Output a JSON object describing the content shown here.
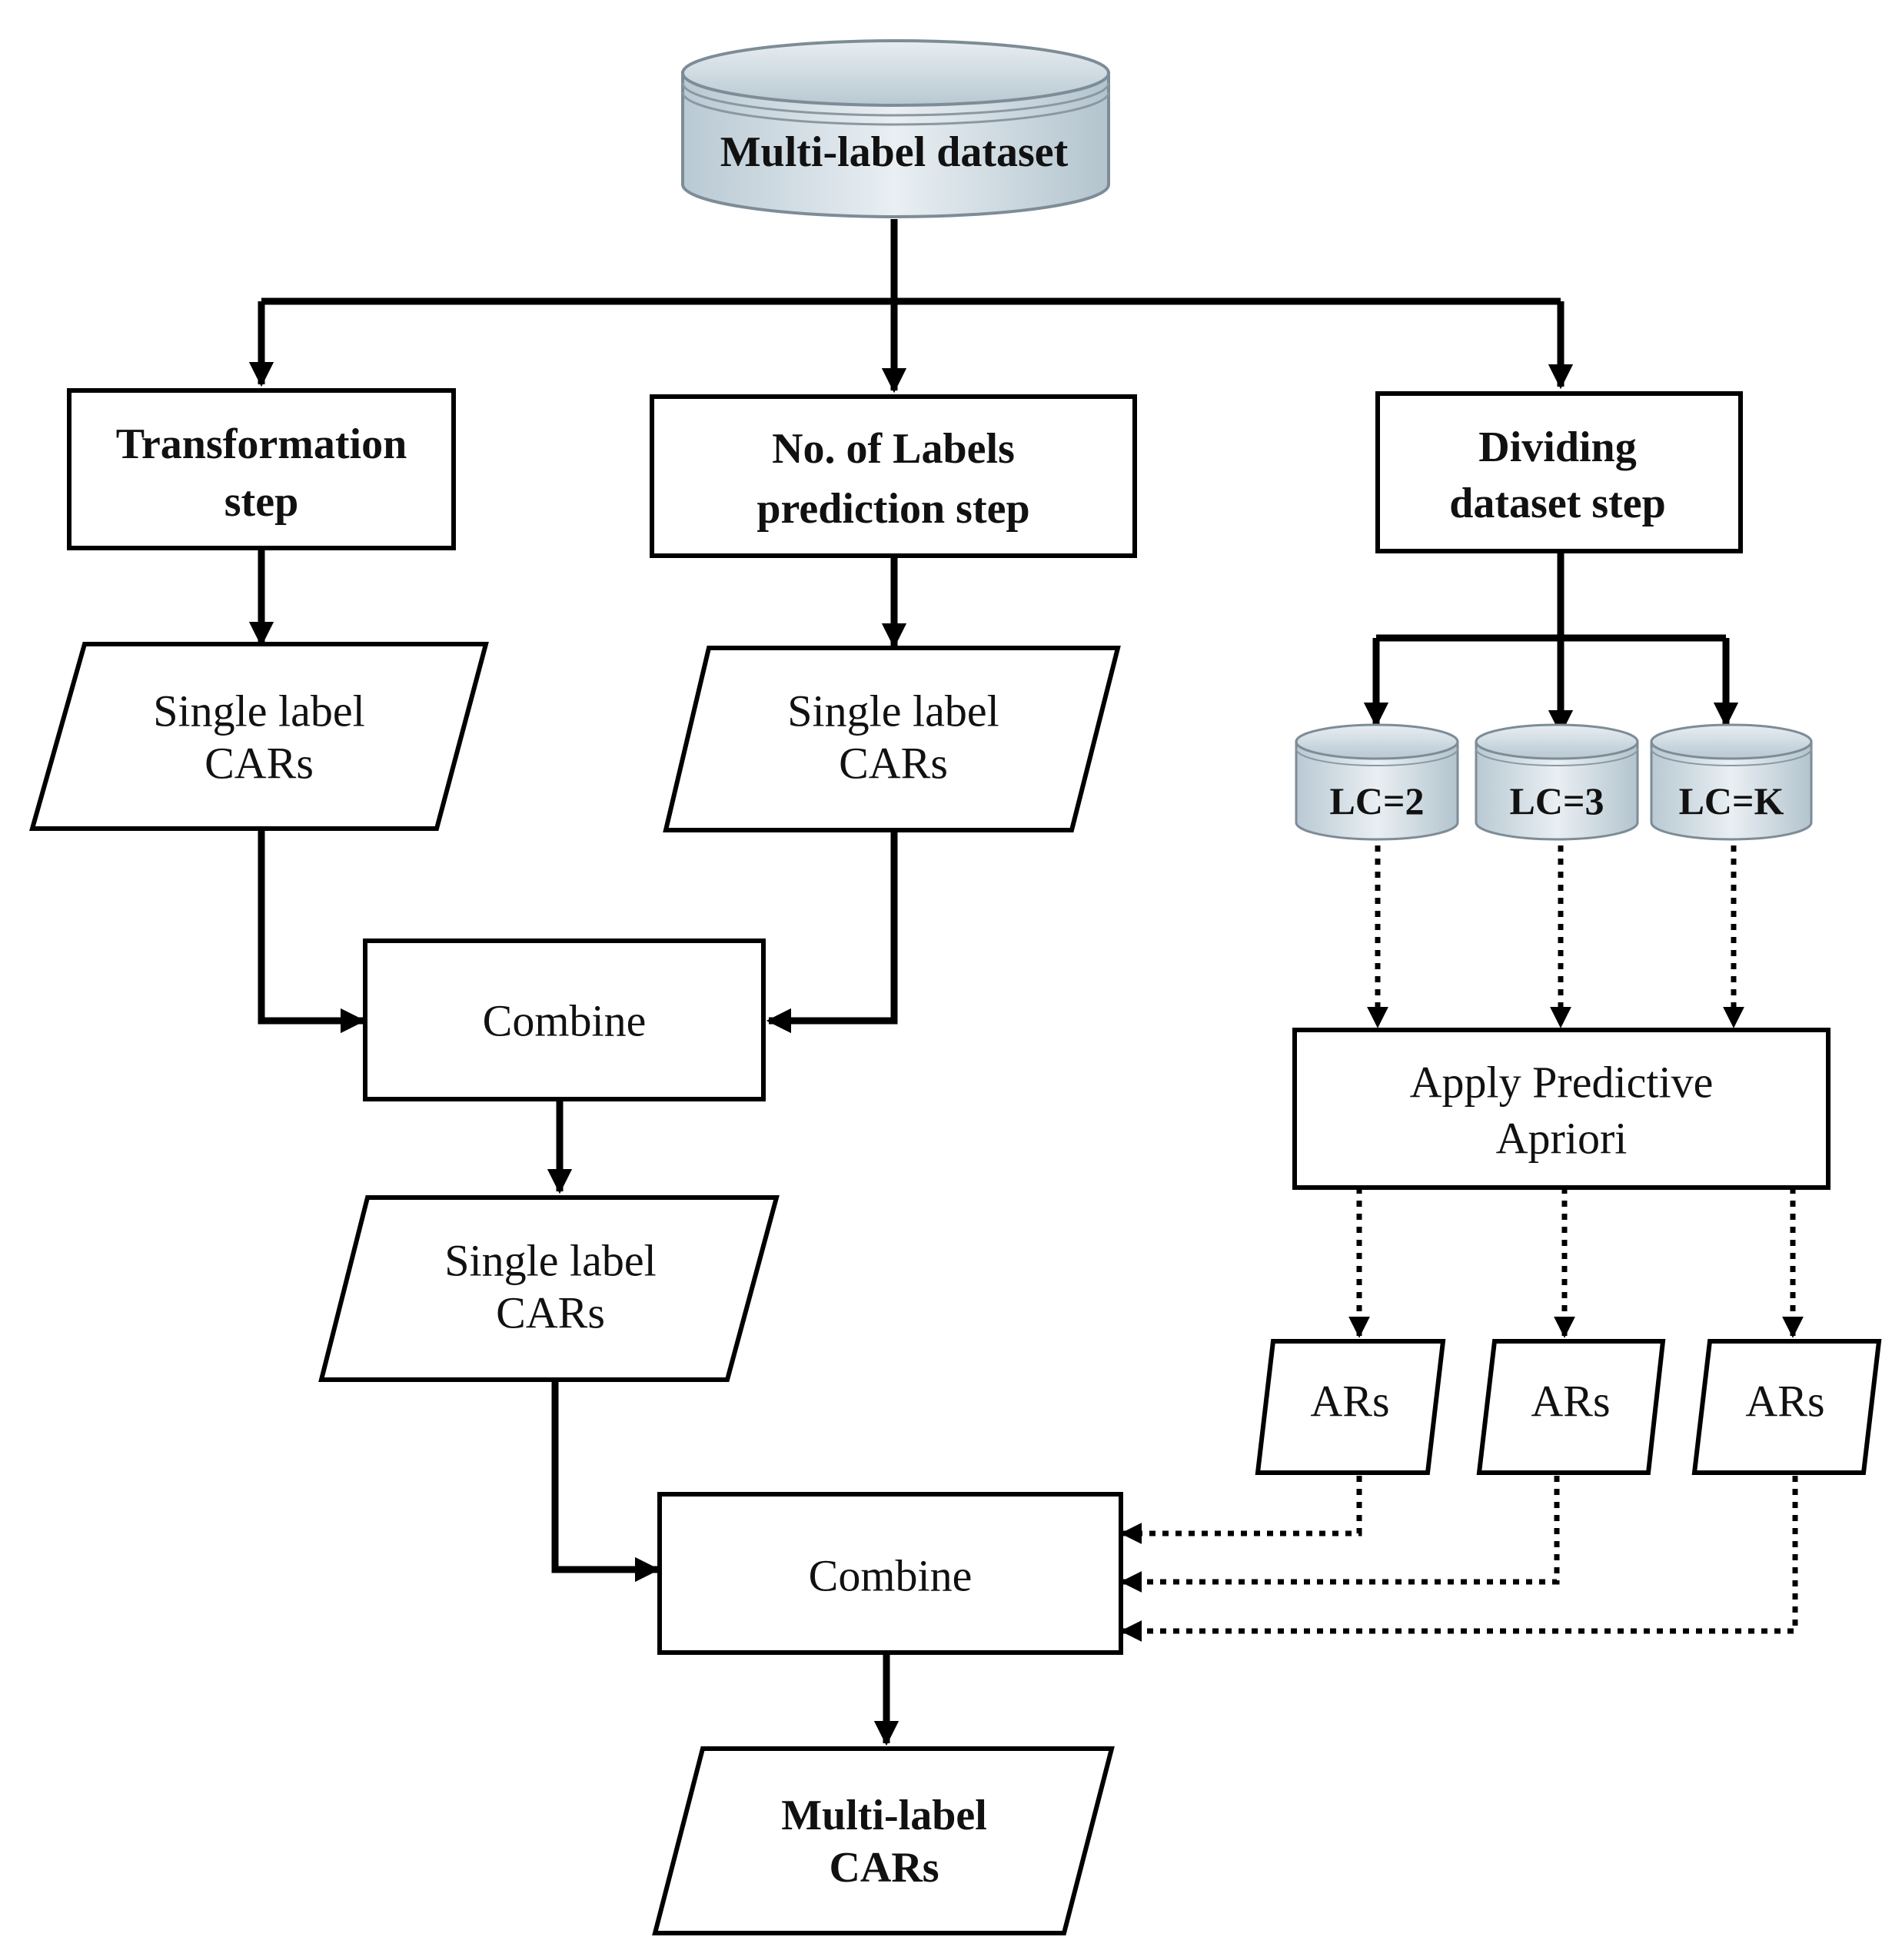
{
  "nodes": {
    "dataset": "Multi-label dataset",
    "transformation": [
      "Transformation",
      "step"
    ],
    "labels_prediction": [
      "No. of Labels",
      "prediction step"
    ],
    "dividing": [
      "Dividing",
      "dataset step"
    ],
    "cars_left": [
      "Single label",
      "CARs"
    ],
    "cars_middle": [
      "Single label",
      "CARs"
    ],
    "lc2": "LC=2",
    "lc3": "LC=3",
    "lck": "LC=K",
    "combine_top": "Combine",
    "apriori": [
      "Apply Predictive",
      "Apriori"
    ],
    "cars_combined": [
      "Single label",
      "CARs"
    ],
    "ars_1": "ARs",
    "ars_2": "ARs",
    "ars_3": "ARs",
    "combine_bottom": "Combine",
    "output": [
      "Multi-label",
      "CARs"
    ]
  },
  "colors": {
    "cylinder_fill": "#c9d6df",
    "cylinder_top": "#dfe7ec",
    "stroke": "#000000"
  }
}
